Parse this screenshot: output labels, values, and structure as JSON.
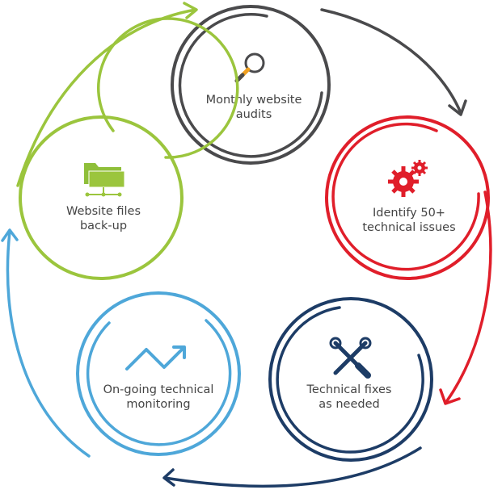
{
  "colors": {
    "gray": "#4a4a4c",
    "red": "#e01e2a",
    "navy": "#1d3c66",
    "blue": "#4ea7d9",
    "green": "#9bc53d",
    "text": "#444444"
  },
  "steps": [
    {
      "id": "audits",
      "lines": [
        "Monthly website",
        "audits"
      ],
      "icon": "magnifier-icon",
      "color": "#4a4a4c"
    },
    {
      "id": "identify",
      "lines": [
        "Identify 50+",
        "technical issues"
      ],
      "icon": "gears-icon",
      "color": "#e01e2a"
    },
    {
      "id": "fixes",
      "lines": [
        "Technical fixes",
        "as needed"
      ],
      "icon": "tools-icon",
      "color": "#1d3c66"
    },
    {
      "id": "monitoring",
      "lines": [
        "On-going technical",
        "monitoring"
      ],
      "icon": "trend-icon",
      "color": "#4ea7d9"
    },
    {
      "id": "backup",
      "lines": [
        "Website files",
        "back-up"
      ],
      "icon": "folder-icon",
      "color": "#9bc53d"
    }
  ]
}
